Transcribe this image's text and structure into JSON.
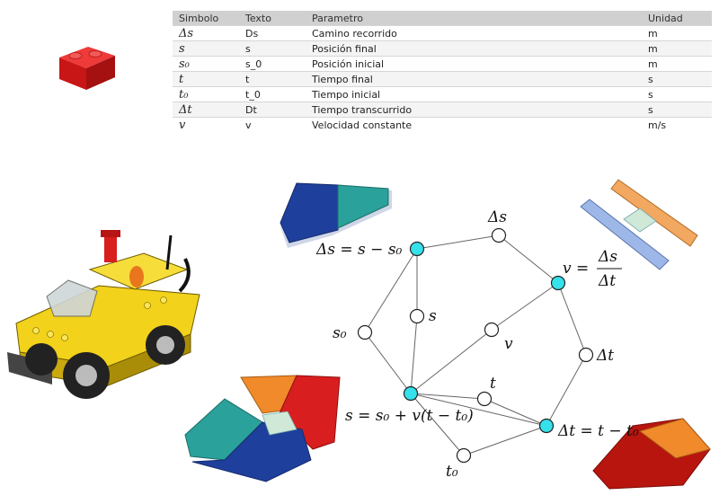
{
  "table": {
    "headers": [
      "Simbolo",
      "Texto",
      "Parametro",
      "Unidad"
    ],
    "rows": [
      {
        "symbol": "Δs",
        "text": "Ds",
        "param": "Camino recorrido",
        "unit": "m"
      },
      {
        "symbol": "s",
        "text": "s",
        "param": "Posición final",
        "unit": "m"
      },
      {
        "symbol": "s₀",
        "text": "s_0",
        "param": "Posición inicial",
        "unit": "m"
      },
      {
        "symbol": "t",
        "text": "t",
        "param": "Tiempo final",
        "unit": "s"
      },
      {
        "symbol": "t₀",
        "text": "t_0",
        "param": "Tiempo inicial",
        "unit": "s"
      },
      {
        "symbol": "Δt",
        "text": "Dt",
        "param": "Tiempo transcurrido",
        "unit": "s"
      },
      {
        "symbol": "v",
        "text": "v",
        "param": "Velocidad constante",
        "unit": "m/s"
      }
    ]
  },
  "diagram": {
    "labels": {
      "delta_s": "Δs",
      "eq_delta_s": "Δs = s − s₀",
      "s": "s",
      "s0": "s₀",
      "v": "v",
      "eq_v_lhs": "v =",
      "eq_v_num": "Δs",
      "eq_v_den": "Δt",
      "delta_t": "Δt",
      "t": "t",
      "eq_s": "s = s₀ + v(t − t₀)",
      "eq_delta_t": "Δt = t − t₀",
      "t0": "t₀"
    }
  },
  "colors": {
    "solution_node": "#35e1ea",
    "lego_red": "#d81e1e",
    "lego_yellow": "#f2d21a",
    "lego_blue": "#1f3f9c",
    "lego_teal": "#2aa19a",
    "lego_orange": "#f08a2a",
    "lego_light_blue": "#9db8e8"
  }
}
